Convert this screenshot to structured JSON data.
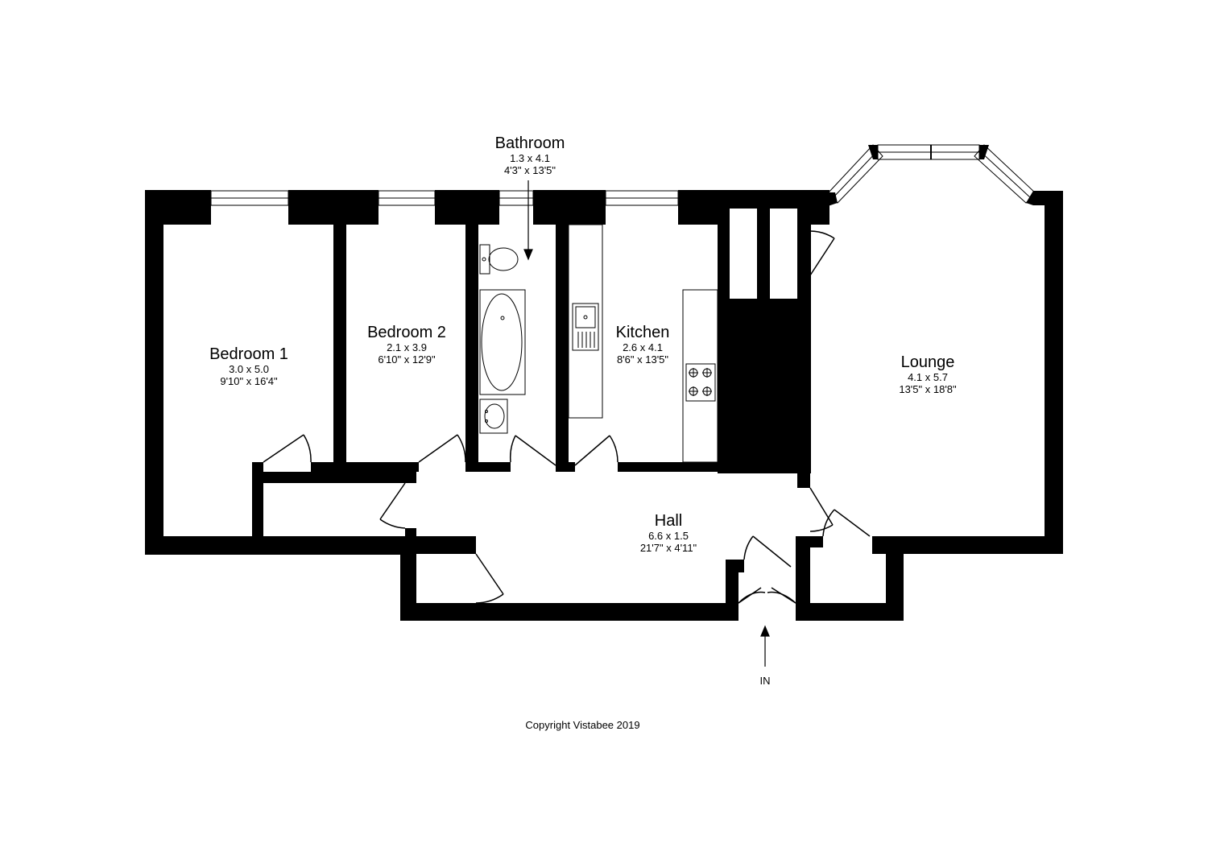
{
  "rooms": {
    "bathroom": {
      "name": "Bathroom",
      "metric": "1.3 x 4.1",
      "imperial": "4'3\" x 13'5\""
    },
    "bedroom1": {
      "name": "Bedroom 1",
      "metric": "3.0 x 5.0",
      "imperial": "9'10\" x 16'4\""
    },
    "bedroom2": {
      "name": "Bedroom 2",
      "metric": "2.1 x 3.9",
      "imperial": "6'10\" x 12'9\""
    },
    "kitchen": {
      "name": "Kitchen",
      "metric": "2.6 x 4.1",
      "imperial": "8'6\" x 13'5\""
    },
    "lounge": {
      "name": "Lounge",
      "metric": "4.1 x 5.7",
      "imperial": "13'5\" x 18'8\""
    },
    "hall": {
      "name": "Hall",
      "metric": "6.6 x 1.5",
      "imperial": "21'7\" x 4'11\""
    }
  },
  "entrance_label": "IN",
  "copyright": "Copyright Vistabee 2019"
}
